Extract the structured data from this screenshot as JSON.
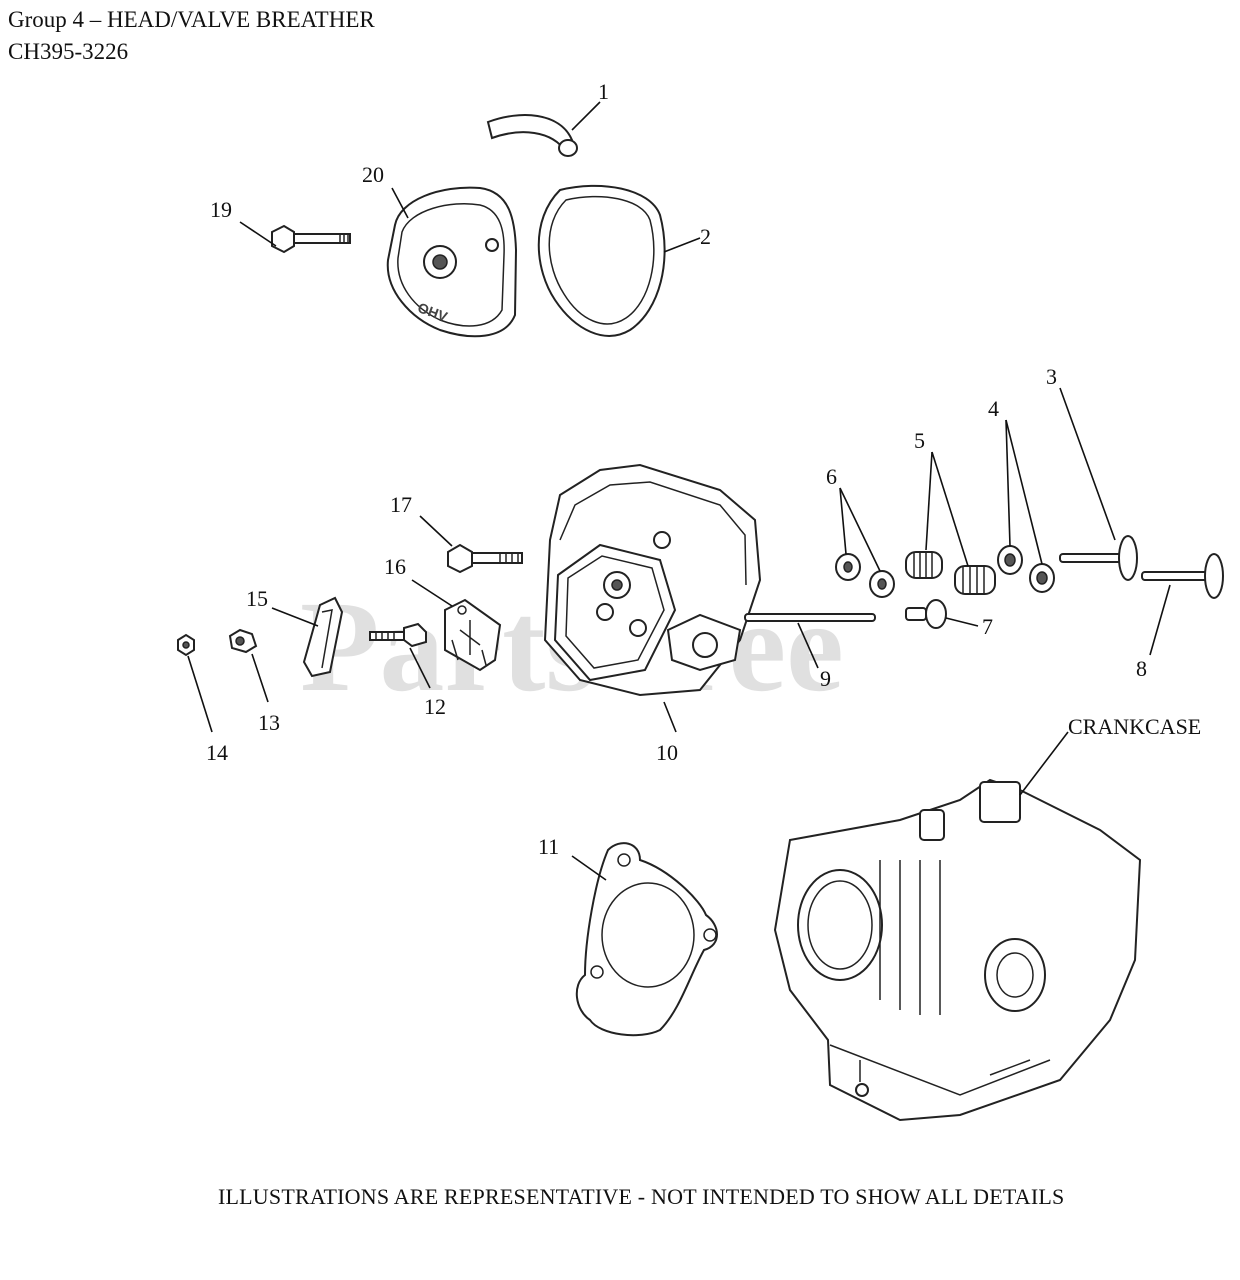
{
  "header": {
    "title": "Group 4 – HEAD/VALVE BREATHER",
    "model": "CH395-3226"
  },
  "footer": "ILLUSTRATIONS ARE REPRESENTATIVE - NOT INTENDED TO SHOW ALL DETAILS",
  "watermark": "PartsTree",
  "callouts": {
    "c1": "1",
    "c2": "2",
    "c3": "3",
    "c4": "4",
    "c5": "5",
    "c6": "6",
    "c7": "7",
    "c8": "8",
    "c9": "9",
    "c10": "10",
    "c11": "11",
    "c12": "12",
    "c13": "13",
    "c14": "14",
    "c15": "15",
    "c16": "16",
    "c17": "17",
    "c19": "19",
    "c20": "20",
    "crankcase": "CRANKCASE"
  },
  "cover_embossing": "OHV"
}
